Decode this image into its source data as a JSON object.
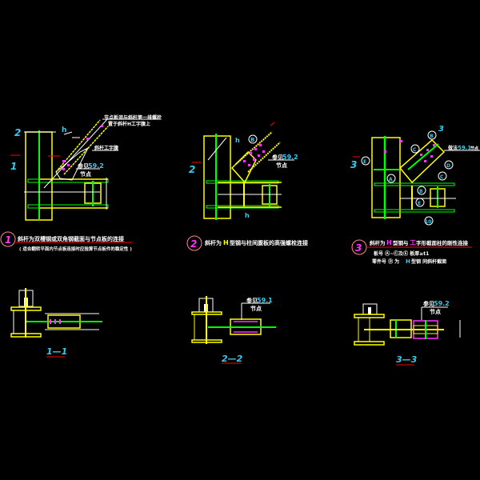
{
  "detail1": {
    "number": "1",
    "section_mark_a": "2",
    "section_mark_b": "1",
    "note_top_1": "节点板须与斜杆第一排螺栓",
    "note_top_2": "置于斜杆H工字腹上",
    "note_member": "斜杆工字腹",
    "ref_prefix": "参见",
    "ref_value": "59.2",
    "ref_suffix": "节点",
    "weld_symbol": "h",
    "title": "斜杆为双槽钢或双角钢截面与节点板的连接",
    "subtitle": "( 适合翻转平面内节点板连接时应验算节点板件的稳定性 )"
  },
  "detail2": {
    "number": "2",
    "section_mark": "2",
    "weld_symbol_a": "h",
    "weld_symbol_b": "h",
    "weld_circle": "B",
    "ref_prefix": "参见",
    "ref_value": "59.2",
    "ref_suffix": "节点",
    "title_prefix": "斜杆为",
    "title_h": "H",
    "title_suffix": "型钢与柱间腹板的高强螺栓连接"
  },
  "detail3": {
    "number": "3",
    "section_mark": "3",
    "ref_prefix": "做法",
    "ref_value": "59.1",
    "ref_suffix": "节点",
    "circles": [
      "A",
      "B",
      "C",
      "C",
      "D",
      "E",
      "E",
      "B",
      "10"
    ],
    "title_prefix": "斜杆为",
    "title_h": "H",
    "title_mid": "型钢与",
    "title_i": "工",
    "title_suffix": "字形截面柱的刚性连接",
    "note1": "板号 Ⓐ~Ⓒ及Ⓔ 板厚≥t1",
    "note2_prefix": "零件号 Ⓓ 为",
    "note2_h": "H",
    "note2_suffix": "型钢 同斜杆截面"
  },
  "section1": {
    "label": "1—1"
  },
  "section2": {
    "label": "2—2",
    "ref_prefix": "参见",
    "ref_value": "59.1",
    "ref_suffix": "节点"
  },
  "section3": {
    "label": "3—3",
    "ref_prefix": "参见",
    "ref_value": "59.2",
    "ref_suffix": "节点"
  },
  "colors": {
    "background": "#000000",
    "steel": "#ffff00",
    "plate": "#00ff00",
    "bolt": "#ff33ff",
    "text": "#33ccee",
    "cut": "#ff0000"
  }
}
